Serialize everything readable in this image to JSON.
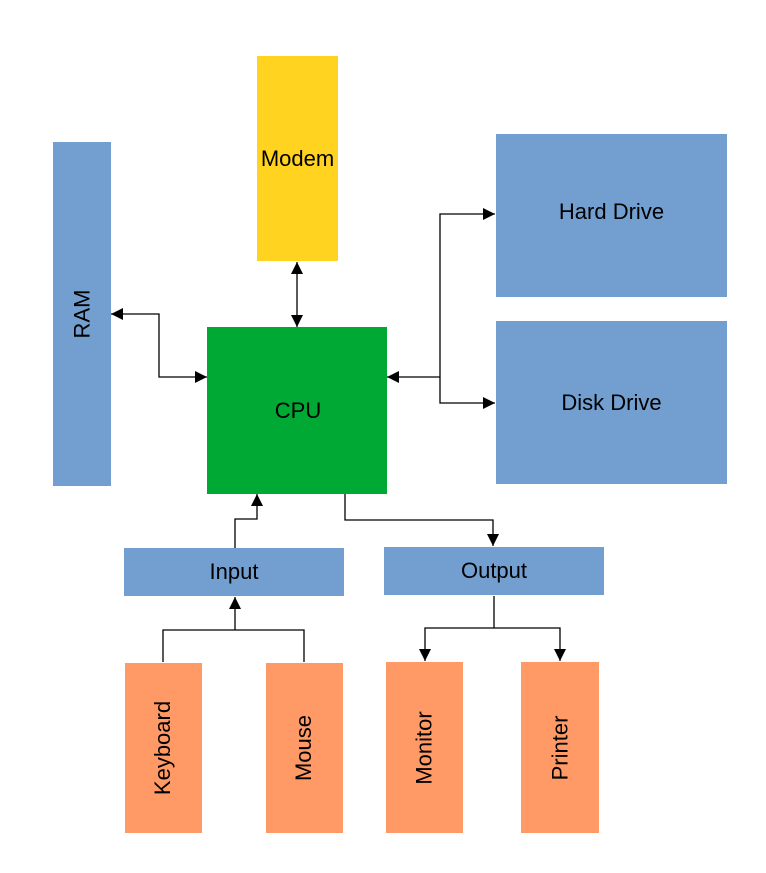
{
  "colors": {
    "blue_box": "#729fcf",
    "modem": "#ffd320",
    "cpu": "#00a933",
    "peripheral": "#ff9966",
    "line": "#000000"
  },
  "nodes": {
    "ram": "RAM",
    "modem": "Modem",
    "cpu": "CPU",
    "hard_drive": "Hard Drive",
    "disk_drive": "Disk Drive",
    "input": "Input",
    "output": "Output",
    "keyboard": "Keyboard",
    "mouse": "Mouse",
    "monitor": "Monitor",
    "printer": "Printer"
  }
}
